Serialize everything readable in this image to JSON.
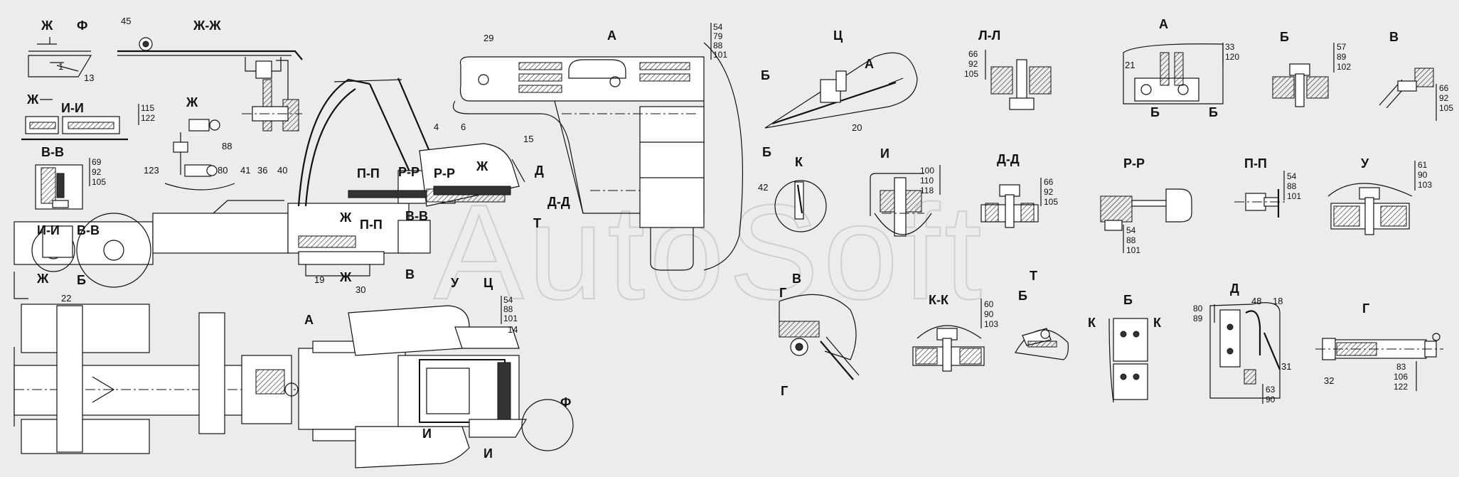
{
  "watermark": "AutoSoft",
  "sections": {
    "zh_f_label": "Ж",
    "f_label": "Ф",
    "zh_zh": "Ж-Ж",
    "i_i": "И-И",
    "v_v": "В-В",
    "zh_small": "Ж",
    "a_top": "А",
    "ts_top": "Ц",
    "l_l": "Л-Л",
    "a1": "А",
    "b1_b1": "Б",
    "v1_v1": "В",
    "k1": "К",
    "i1_i1": "И",
    "d_d": "Д-Д",
    "r_r": "Р-Р",
    "p_p": "П-П",
    "u": "У",
    "v1_v1_low": "В",
    "k_k": "К-К",
    "t_label": "Т",
    "b_label": "Б",
    "b_big": "Б",
    "d1": "Д",
    "g1_g1": "Г",
    "f_bottom": "Ф",
    "a_bottom": "А"
  },
  "callouts": {
    "n45": "45",
    "n13": "13",
    "n1": "1",
    "n29": "29",
    "n15": "15",
    "n4": "4",
    "n6": "6",
    "n88": "88",
    "n123": "123",
    "n80": "80",
    "n41": "41",
    "n36": "36",
    "n40": "40",
    "n19": "19",
    "n30": "30",
    "n22": "22",
    "n14": "14",
    "n20": "20",
    "n42": "42",
    "n21": "21",
    "n48": "48",
    "n18": "18",
    "n31": "31",
    "n32": "32"
  },
  "stacks": {
    "s_54_79_88_101": [
      "54",
      "79",
      "88",
      "101"
    ],
    "s_115_122": [
      "115",
      "122"
    ],
    "s_69_92_105": [
      "69",
      "92",
      "105"
    ],
    "s_66_92_105_ll": [
      "66",
      "92",
      "105"
    ],
    "s_33_120": [
      "33",
      "120"
    ],
    "s_57_89_102": [
      "57",
      "89",
      "102"
    ],
    "s_66_92_105_v1": [
      "66",
      "92",
      "105"
    ],
    "s_100_110_118": [
      "100",
      "110",
      "118"
    ],
    "s_66_92_105_dd": [
      "66",
      "92",
      "105"
    ],
    "s_54_88_101_rr": [
      "54",
      "88",
      "101"
    ],
    "s_54_88_101_pp": [
      "54",
      "88",
      "101"
    ],
    "s_61_90_103": [
      "61",
      "90",
      "103"
    ],
    "s_60_90_103": [
      "60",
      "90",
      "103"
    ],
    "s_80_89": [
      "80",
      "89"
    ],
    "s_63_90": [
      "63",
      "90"
    ],
    "s_83_106_122": [
      "83",
      "106",
      "122"
    ],
    "s_54_88_101_bot": [
      "54",
      "88",
      "101"
    ]
  }
}
